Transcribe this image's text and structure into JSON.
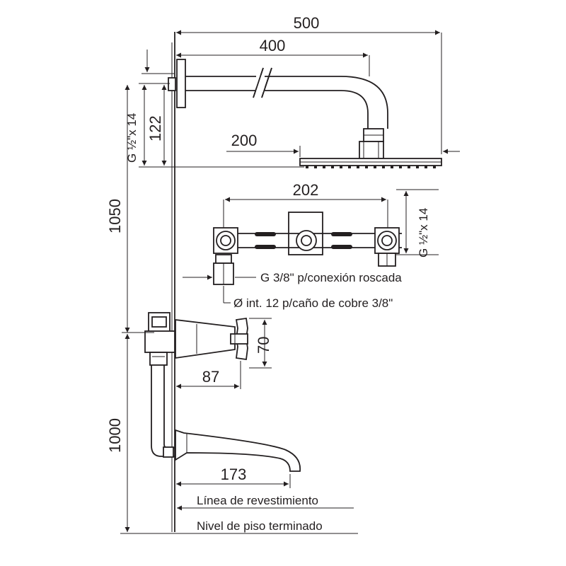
{
  "dimensions": {
    "d500": "500",
    "d400": "400",
    "d200": "200",
    "d122": "122",
    "d1050": "1050",
    "d1000": "1000",
    "d202": "202",
    "d70": "70",
    "d87": "87",
    "d173": "173",
    "thread_top": "G ½\"x 14",
    "thread_right": "G ½\"x 14"
  },
  "notes": {
    "thread_connection": "G 3/8\" p/conexión roscada",
    "copper_pipe": "Ø int. 12 p/caño de cobre 3/8\"",
    "wall_line": "Línea de revestimiento",
    "floor_line": "Nivel de piso terminado"
  },
  "colors": {
    "ink": "#231f20",
    "background": "#ffffff"
  }
}
